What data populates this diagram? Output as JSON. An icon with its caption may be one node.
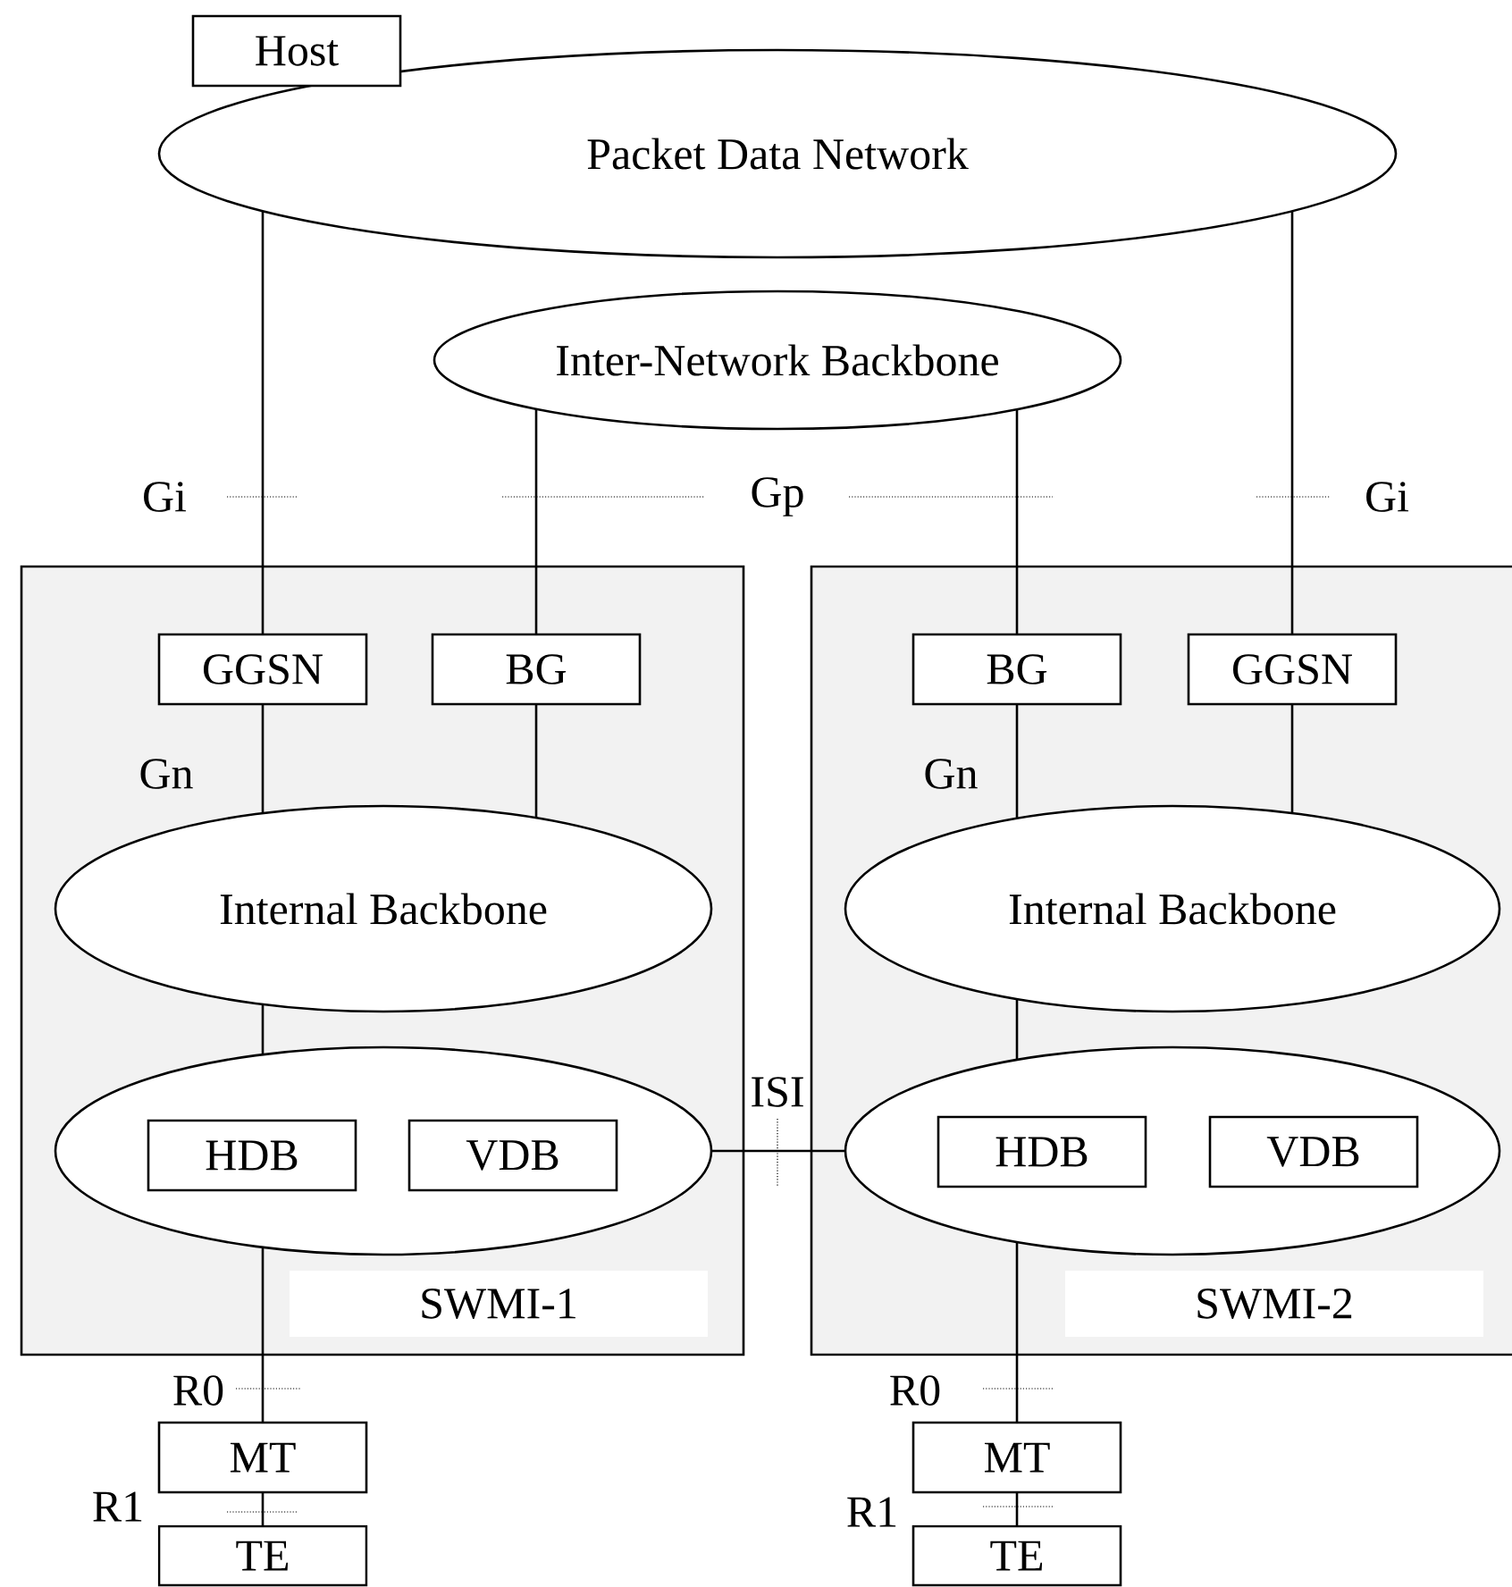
{
  "diagram": {
    "nodes": [
      {
        "text": [
          "Host"
        ]
      },
      {
        "text": [
          "Packet Data Network"
        ]
      },
      {
        "text": [
          "Inter-Network Backbone"
        ]
      },
      {
        "text": [
          "SWMI-1"
        ]
      },
      {
        "text": [
          "GGSN"
        ],
        "in": 3
      },
      {
        "text": [
          "BG"
        ],
        "in": 3
      },
      {
        "text": [
          "Internal Backbone"
        ],
        "in": 3
      },
      {
        "text": [],
        "shape": "ellipse",
        "in": 3
      },
      {
        "text": [
          "HDB"
        ],
        "in": 7
      },
      {
        "text": [
          "VDB"
        ],
        "in": 7
      },
      {
        "text": [
          "SWMI-2"
        ]
      },
      {
        "text": [
          "BG"
        ],
        "in": 10
      },
      {
        "text": [
          "GGSN"
        ],
        "in": 10
      },
      {
        "text": [
          "Internal Backbone"
        ],
        "in": 10
      },
      {
        "text": [],
        "shape": "ellipse",
        "in": 10
      },
      {
        "text": [
          "HDB"
        ],
        "in": 14
      },
      {
        "text": [
          "VDB"
        ],
        "in": 14
      },
      {
        "text": [
          "MT"
        ]
      },
      {
        "text": [
          "TE"
        ]
      },
      {
        "text": [
          "MT"
        ]
      },
      {
        "text": [
          "TE"
        ]
      }
    ],
    "edges": [
      {
        "from": 1,
        "to": 4,
        "arrow": "none"
      },
      {
        "from": 2,
        "to": 5,
        "arrow": "none"
      },
      {
        "from": 2,
        "to": 11,
        "arrow": "none"
      },
      {
        "from": 1,
        "to": 12,
        "arrow": "none"
      },
      {
        "from": 4,
        "to": 6,
        "arrow": "none"
      },
      {
        "from": 5,
        "to": 6,
        "arrow": "none"
      },
      {
        "from": 11,
        "to": 13,
        "arrow": "none"
      },
      {
        "from": 12,
        "to": 13,
        "arrow": "none"
      },
      {
        "from": 6,
        "to": 7,
        "arrow": "none"
      },
      {
        "from": 13,
        "to": 14,
        "arrow": "none"
      },
      {
        "from": 7,
        "to": 14,
        "arrow": "none"
      },
      {
        "from": 7,
        "to": 17,
        "arrow": "none"
      },
      {
        "from": 17,
        "to": 18,
        "arrow": "none"
      },
      {
        "from": 14,
        "to": 19,
        "arrow": "none"
      },
      {
        "from": 19,
        "to": 20,
        "arrow": "none"
      }
    ],
    "labels": [
      "Gi",
      "Gp",
      "Gi",
      "Gn",
      "Gn",
      "ISI",
      "R0",
      "R0",
      "R1",
      "R1"
    ]
  }
}
